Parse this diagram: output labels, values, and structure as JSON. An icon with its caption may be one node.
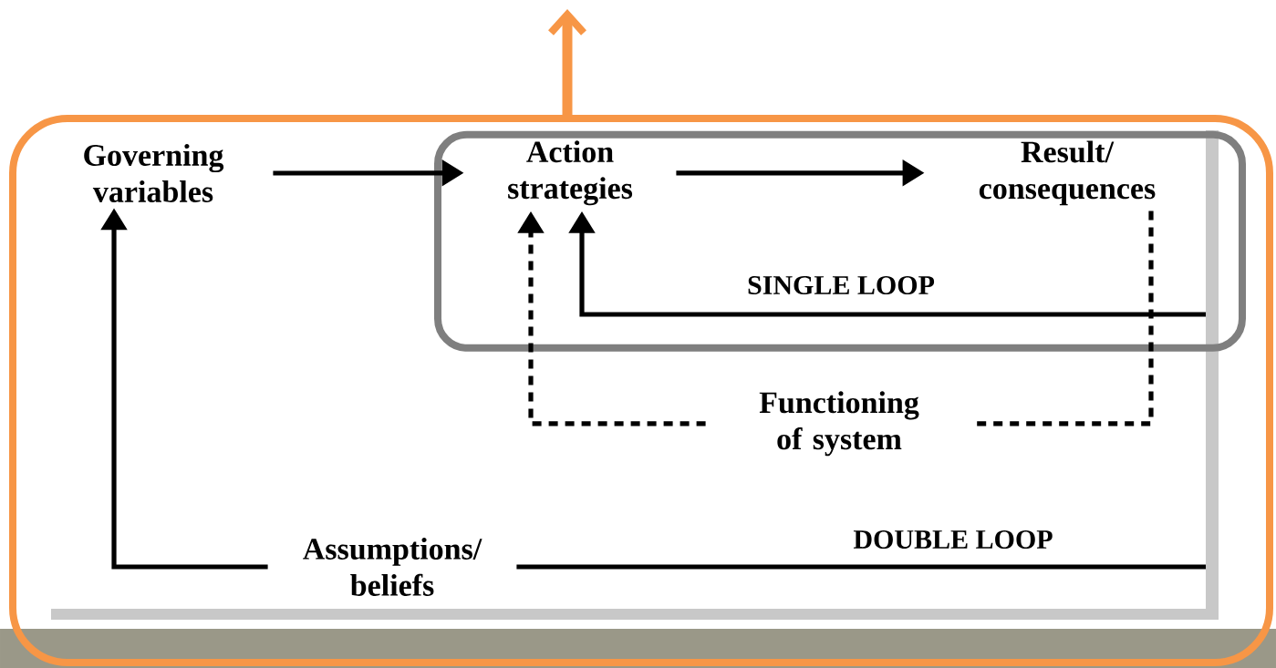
{
  "diagram": {
    "nodes": [
      {
        "text": [],
        "shape": "box"
      },
      {
        "text": [],
        "shape": "box",
        "in": 0
      },
      {
        "text": [
          "Governing variables"
        ],
        "in": 0
      },
      {
        "text": [
          "Action strategies"
        ],
        "in": 1
      },
      {
        "text": [
          "Result/ consequences"
        ],
        "in": 1
      },
      {
        "text": [
          "Functioning of system"
        ],
        "in": 0
      },
      {
        "text": [
          "Assumptions/ beliefs"
        ],
        "in": 0
      }
    ],
    "edges": [
      {
        "from": 2,
        "to": 3,
        "arrow": "to"
      },
      {
        "from": 3,
        "to": 4,
        "arrow": "to"
      },
      {
        "from": 0,
        "to": null,
        "arrow": "to",
        "style": "thick",
        "color": "#f79646"
      },
      {
        "from": null,
        "to": 3,
        "arrow": "to",
        "label": "SINGLE LOOP"
      },
      {
        "from": 4,
        "to": 5,
        "arrow": "none",
        "style": "dashed"
      },
      {
        "from": 5,
        "to": 3,
        "arrow": "to",
        "style": "dashed"
      },
      {
        "from": null,
        "to": 6,
        "arrow": "none",
        "label": "DOUBLE LOOP"
      },
      {
        "from": 6,
        "to": 2,
        "arrow": "to"
      }
    ]
  }
}
